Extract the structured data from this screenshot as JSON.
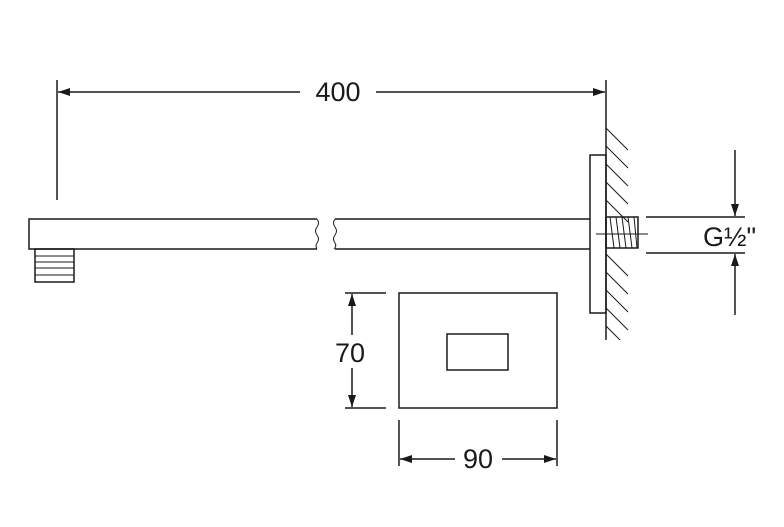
{
  "drawing": {
    "length_label": "400",
    "height_label": "70",
    "width_label": "90",
    "thread_label": "G½\""
  },
  "colors": {
    "line": "#1a1a1a",
    "background": "#ffffff"
  }
}
